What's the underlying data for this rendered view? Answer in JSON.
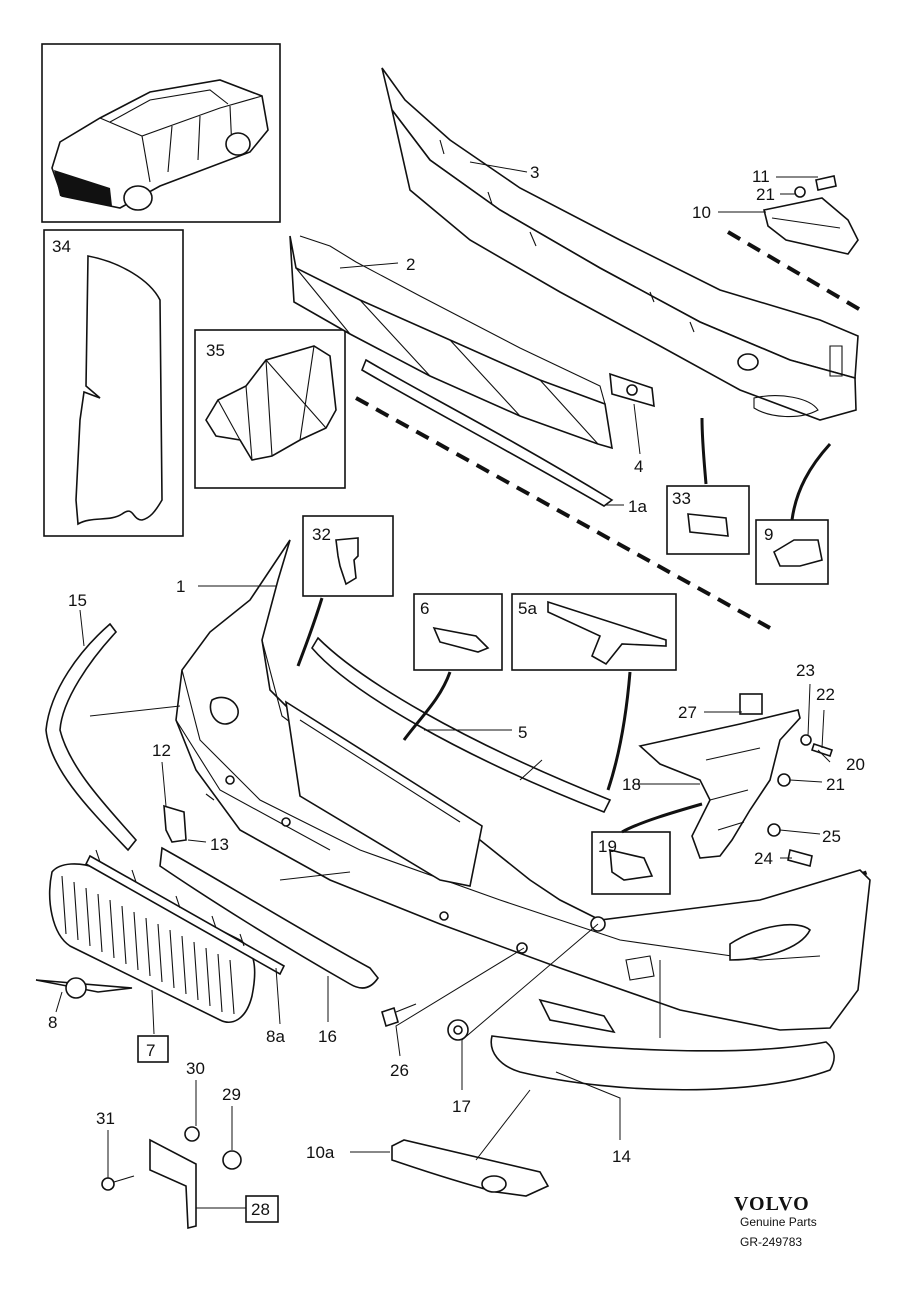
{
  "callouts": {
    "c1": "1",
    "c1a": "1a",
    "c2": "2",
    "c3": "3",
    "c4": "4",
    "c5": "5",
    "c5a": "5a",
    "c6": "6",
    "c7": "7",
    "c8": "8",
    "c8a": "8a",
    "c9": "9",
    "c10": "10",
    "c10a": "10a",
    "c11": "11",
    "c12": "12",
    "c13": "13",
    "c14": "14",
    "c15": "15",
    "c16": "16",
    "c17": "17",
    "c18": "18",
    "c19": "19",
    "c20": "20",
    "c21a": "21",
    "c21b": "21",
    "c22": "22",
    "c23": "23",
    "c24": "24",
    "c25": "25",
    "c26": "26",
    "c27": "27",
    "c28": "28",
    "c29": "29",
    "c30": "30",
    "c31": "31",
    "c32": "32",
    "c33": "33",
    "c34": "34",
    "c35": "35"
  },
  "footer": {
    "brand": "VOLVO",
    "subtitle": "Genuine Parts",
    "ref": "GR-249783"
  }
}
